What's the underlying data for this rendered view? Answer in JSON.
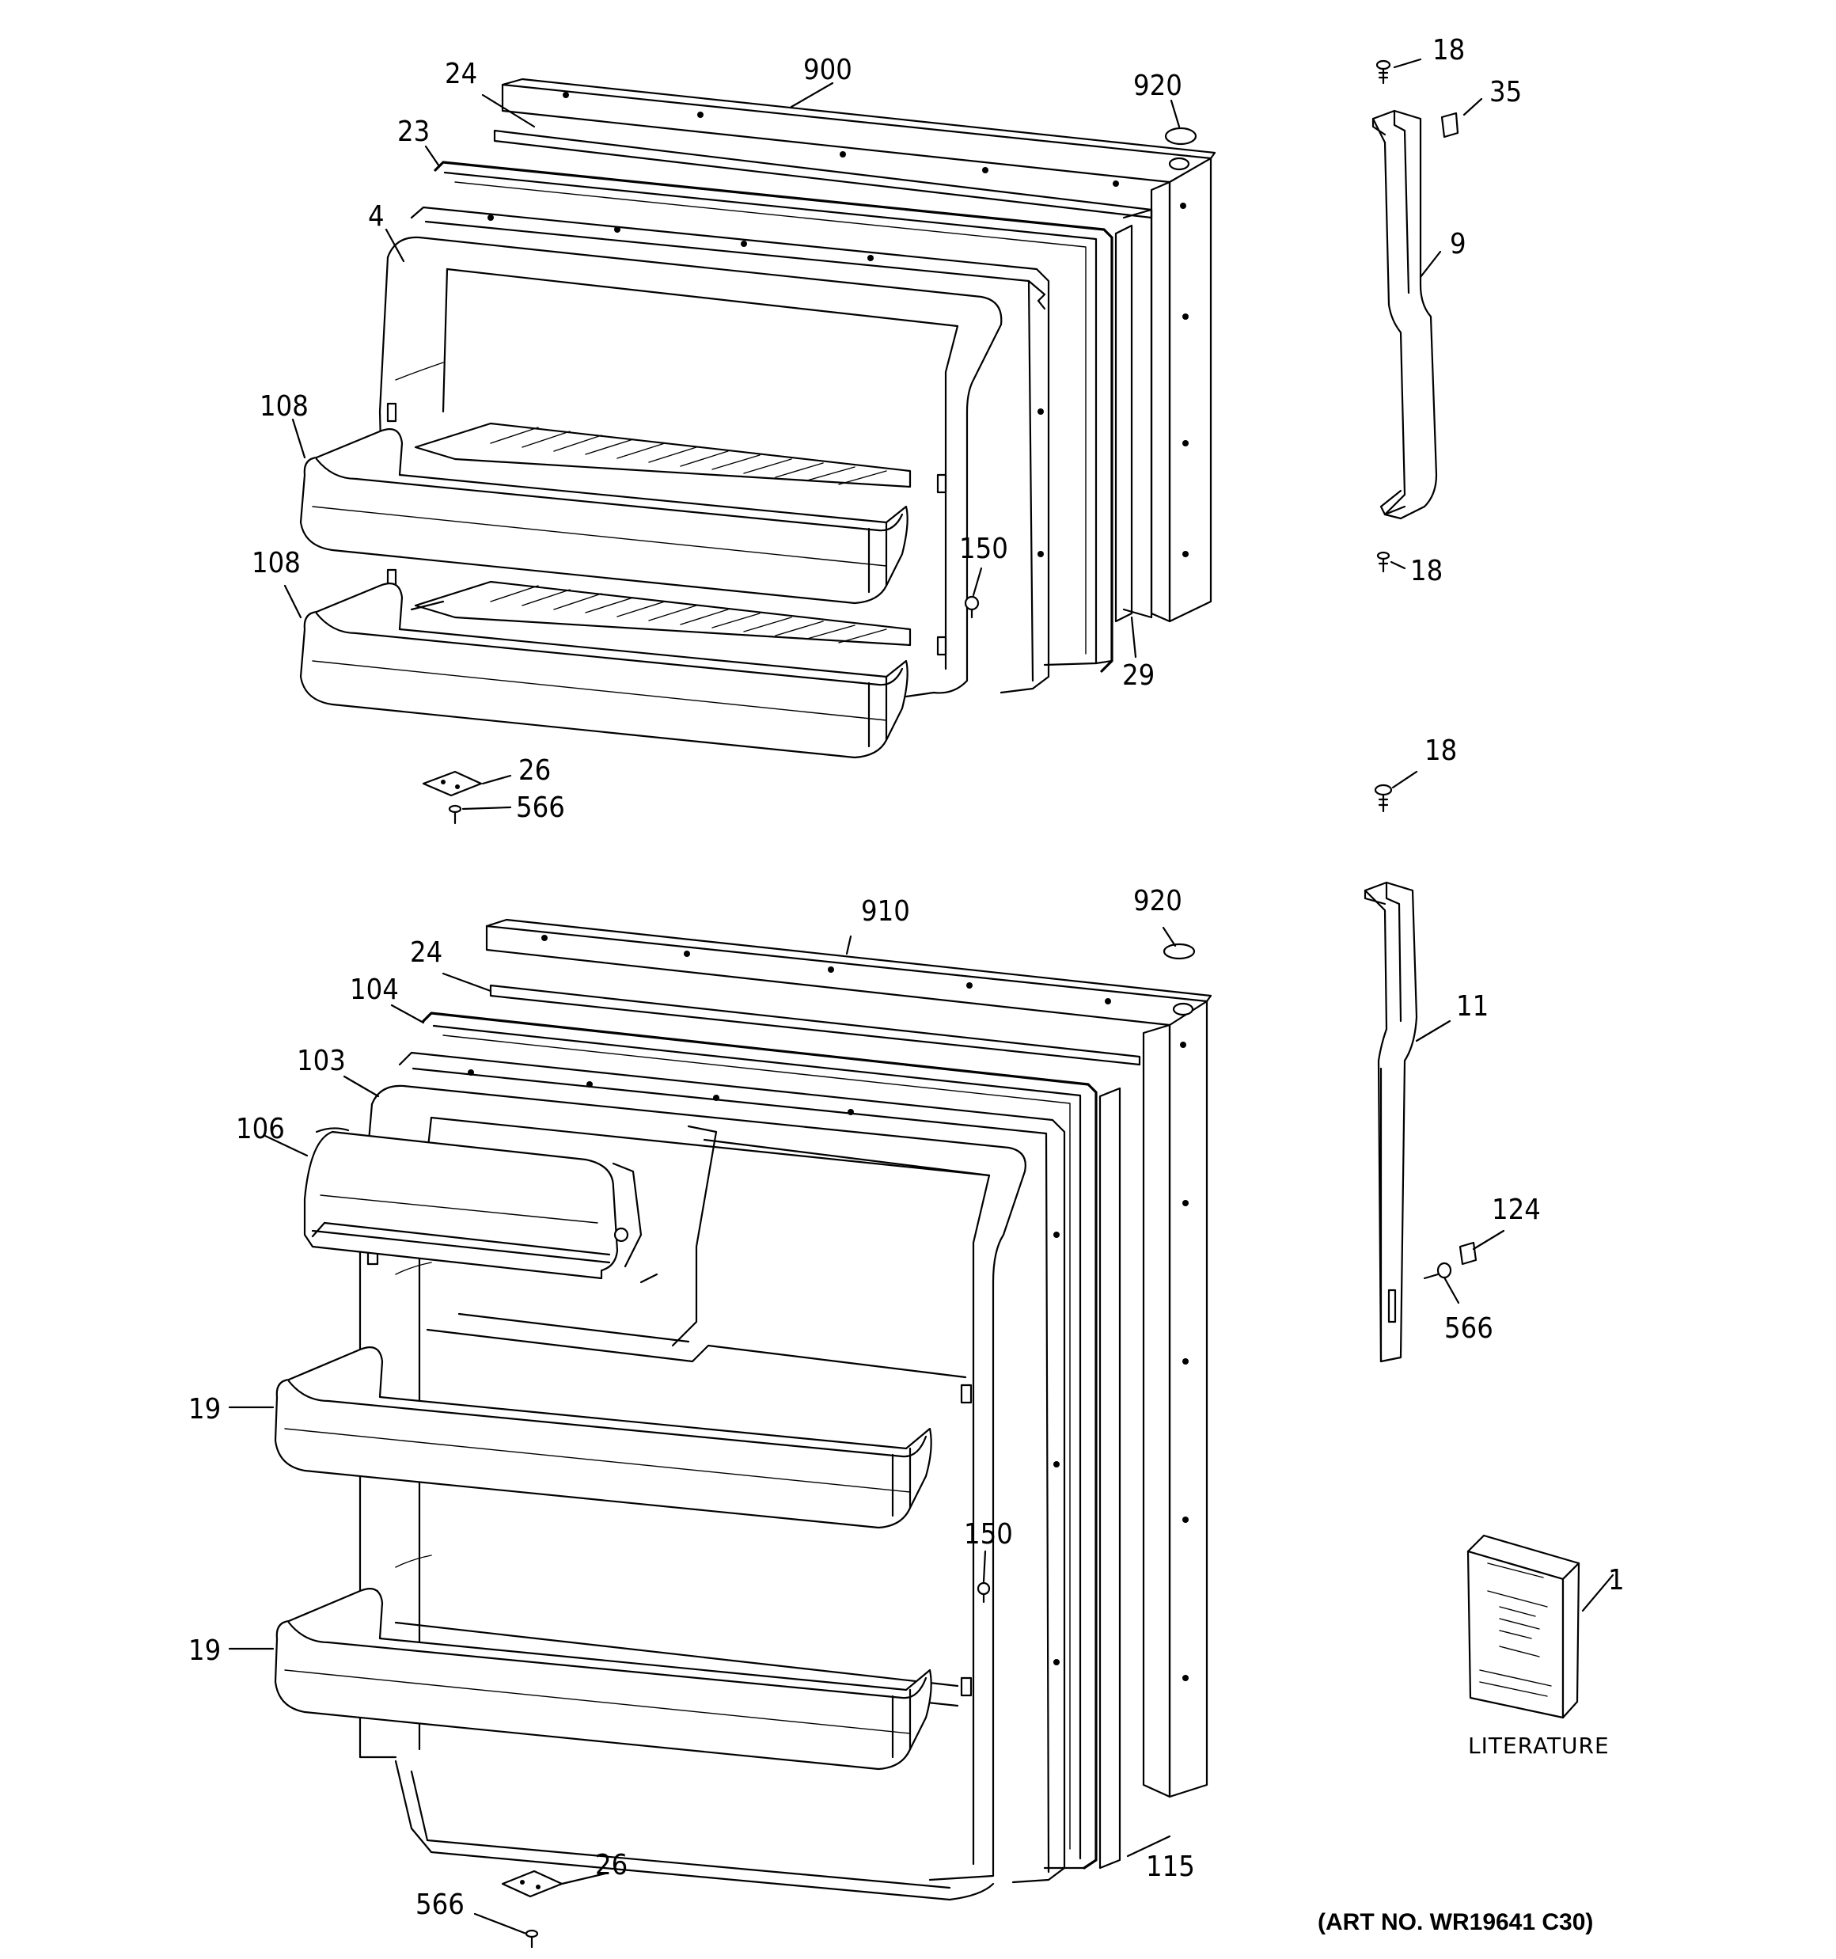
{
  "diagram": {
    "freezer_door": {
      "labels": {
        "screw_top": "18",
        "clip": "35",
        "outer_door": "900",
        "plug": "920",
        "gasket_retainer": "24",
        "gasket": "23",
        "inner_door": "4",
        "handle": "9",
        "screw_bottom": "18",
        "shelf_upper": "108",
        "shelf_lower": "108",
        "stop": "150",
        "trim": "29",
        "hinge_cap": "26",
        "hinge_screw": "566"
      }
    },
    "fresh_food_door": {
      "labels": {
        "handle_screw": "18",
        "outer_door": "910",
        "plug": "920",
        "gasket_retainer": "24",
        "gasket": "104",
        "inner_door": "103",
        "dairy_door": "106",
        "handle": "11",
        "handle_clip": "124",
        "handle_screw_lower": "566",
        "shelf_upper": "19",
        "shelf_lower": "19",
        "stop": "150",
        "trim": "115",
        "literature_item": "1",
        "hinge_cap": "26",
        "hinge_screw": "566"
      }
    },
    "literature_caption": "LITERATURE",
    "art_number": "(ART NO. WR19641 C30)"
  }
}
